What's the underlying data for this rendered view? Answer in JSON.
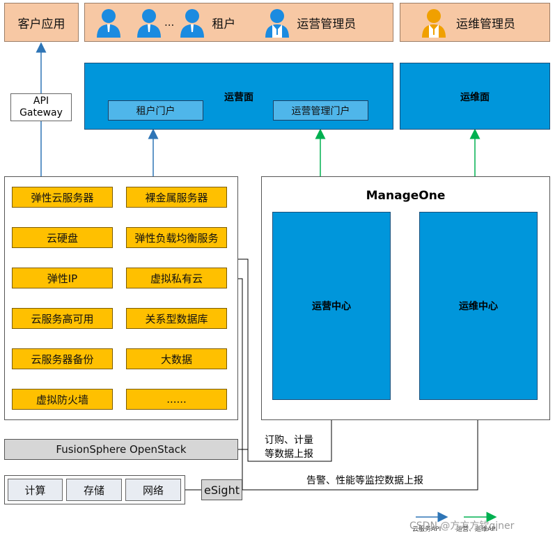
{
  "top": {
    "client_app": "客户应用",
    "ellipsis": "...",
    "tenant": "租户",
    "ops_admin": "运营管理员",
    "om_admin": "运维管理员"
  },
  "api_gateway": "API\nGateway",
  "ops_plane": {
    "title": "运营面",
    "tenant_portal": "租户门户",
    "ops_portal": "运营管理门户"
  },
  "om_plane": {
    "title": "运维面"
  },
  "services": [
    [
      "弹性云服务器",
      "裸金属服务器"
    ],
    [
      "云硬盘",
      "弹性负载均衡服务"
    ],
    [
      "弹性IP",
      "虚拟私有云"
    ],
    [
      "云服务高可用",
      "关系型数据库"
    ],
    [
      "云服务器备份",
      "大数据"
    ],
    [
      "虚拟防火墙",
      "......"
    ]
  ],
  "manageone": {
    "title": "ManageOne",
    "ops_center": "运营中心",
    "om_center": "运维中心"
  },
  "fusionsphere": "FusionSphere OpenStack",
  "infra": [
    "计算",
    "存储",
    "网络"
  ],
  "esight": "eSight",
  "labels": {
    "order_meter": "订购、计量\n等数据上报",
    "alarm_report": "告警、性能等监控数据上报"
  },
  "legend": {
    "cloud_api": "云服务API",
    "ops_api": "运营、运维API"
  },
  "watermark": "CSDN @方方方钦qiner",
  "colors": {
    "blue_arrow": "#2e75b6",
    "green_arrow": "#00b050",
    "plane_blue": "#0096db",
    "service_yellow": "#ffc000"
  }
}
